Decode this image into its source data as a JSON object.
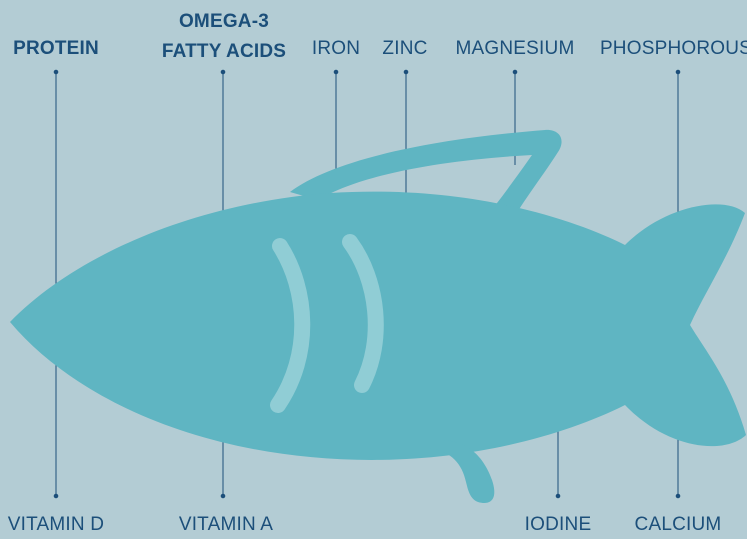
{
  "labels_top": {
    "protein": "PROTEIN",
    "omega_line1": "OMEGA-3",
    "omega_line2": "FATTY ACIDS",
    "iron": "IRON",
    "zinc": "ZINC",
    "magnesium": "MAGNESIUM",
    "phosphorous": "PHOSPHOROUS"
  },
  "labels_bottom": {
    "vitamin_d": "VITAMIN D",
    "vitamin_a": "VITAMIN A",
    "iodine": "IODINE",
    "calcium": "CALCIUM"
  },
  "colors": {
    "background": "#b3ccd4",
    "fish": "#5fb5c2",
    "gill_stripes": "#90cdd5",
    "text": "#1c4f7a",
    "lines": "#1c4f7a"
  }
}
